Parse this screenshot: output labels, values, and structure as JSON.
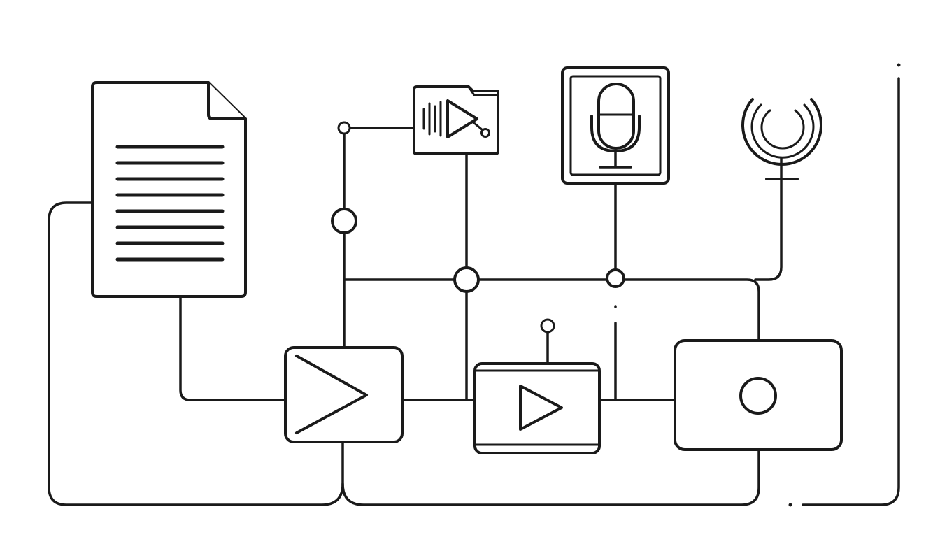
{
  "colors": {
    "stroke": "#1a1a1a",
    "background": "#ffffff"
  },
  "nodes": [
    {
      "id": "document",
      "icon": "document-icon"
    },
    {
      "id": "audio-video-file",
      "icon": "audio-video-file-icon"
    },
    {
      "id": "microphone-frame",
      "icon": "microphone-icon"
    },
    {
      "id": "signal-antenna",
      "icon": "signal-antenna-icon"
    },
    {
      "id": "play-panel",
      "icon": "play-triangle-icon"
    },
    {
      "id": "video-player",
      "icon": "play-button-icon"
    },
    {
      "id": "record-screen",
      "icon": "record-icon"
    }
  ],
  "junctions": [
    "junction-small-top",
    "junction-mid-left",
    "junction-center",
    "junction-right",
    "antenna-knob"
  ]
}
